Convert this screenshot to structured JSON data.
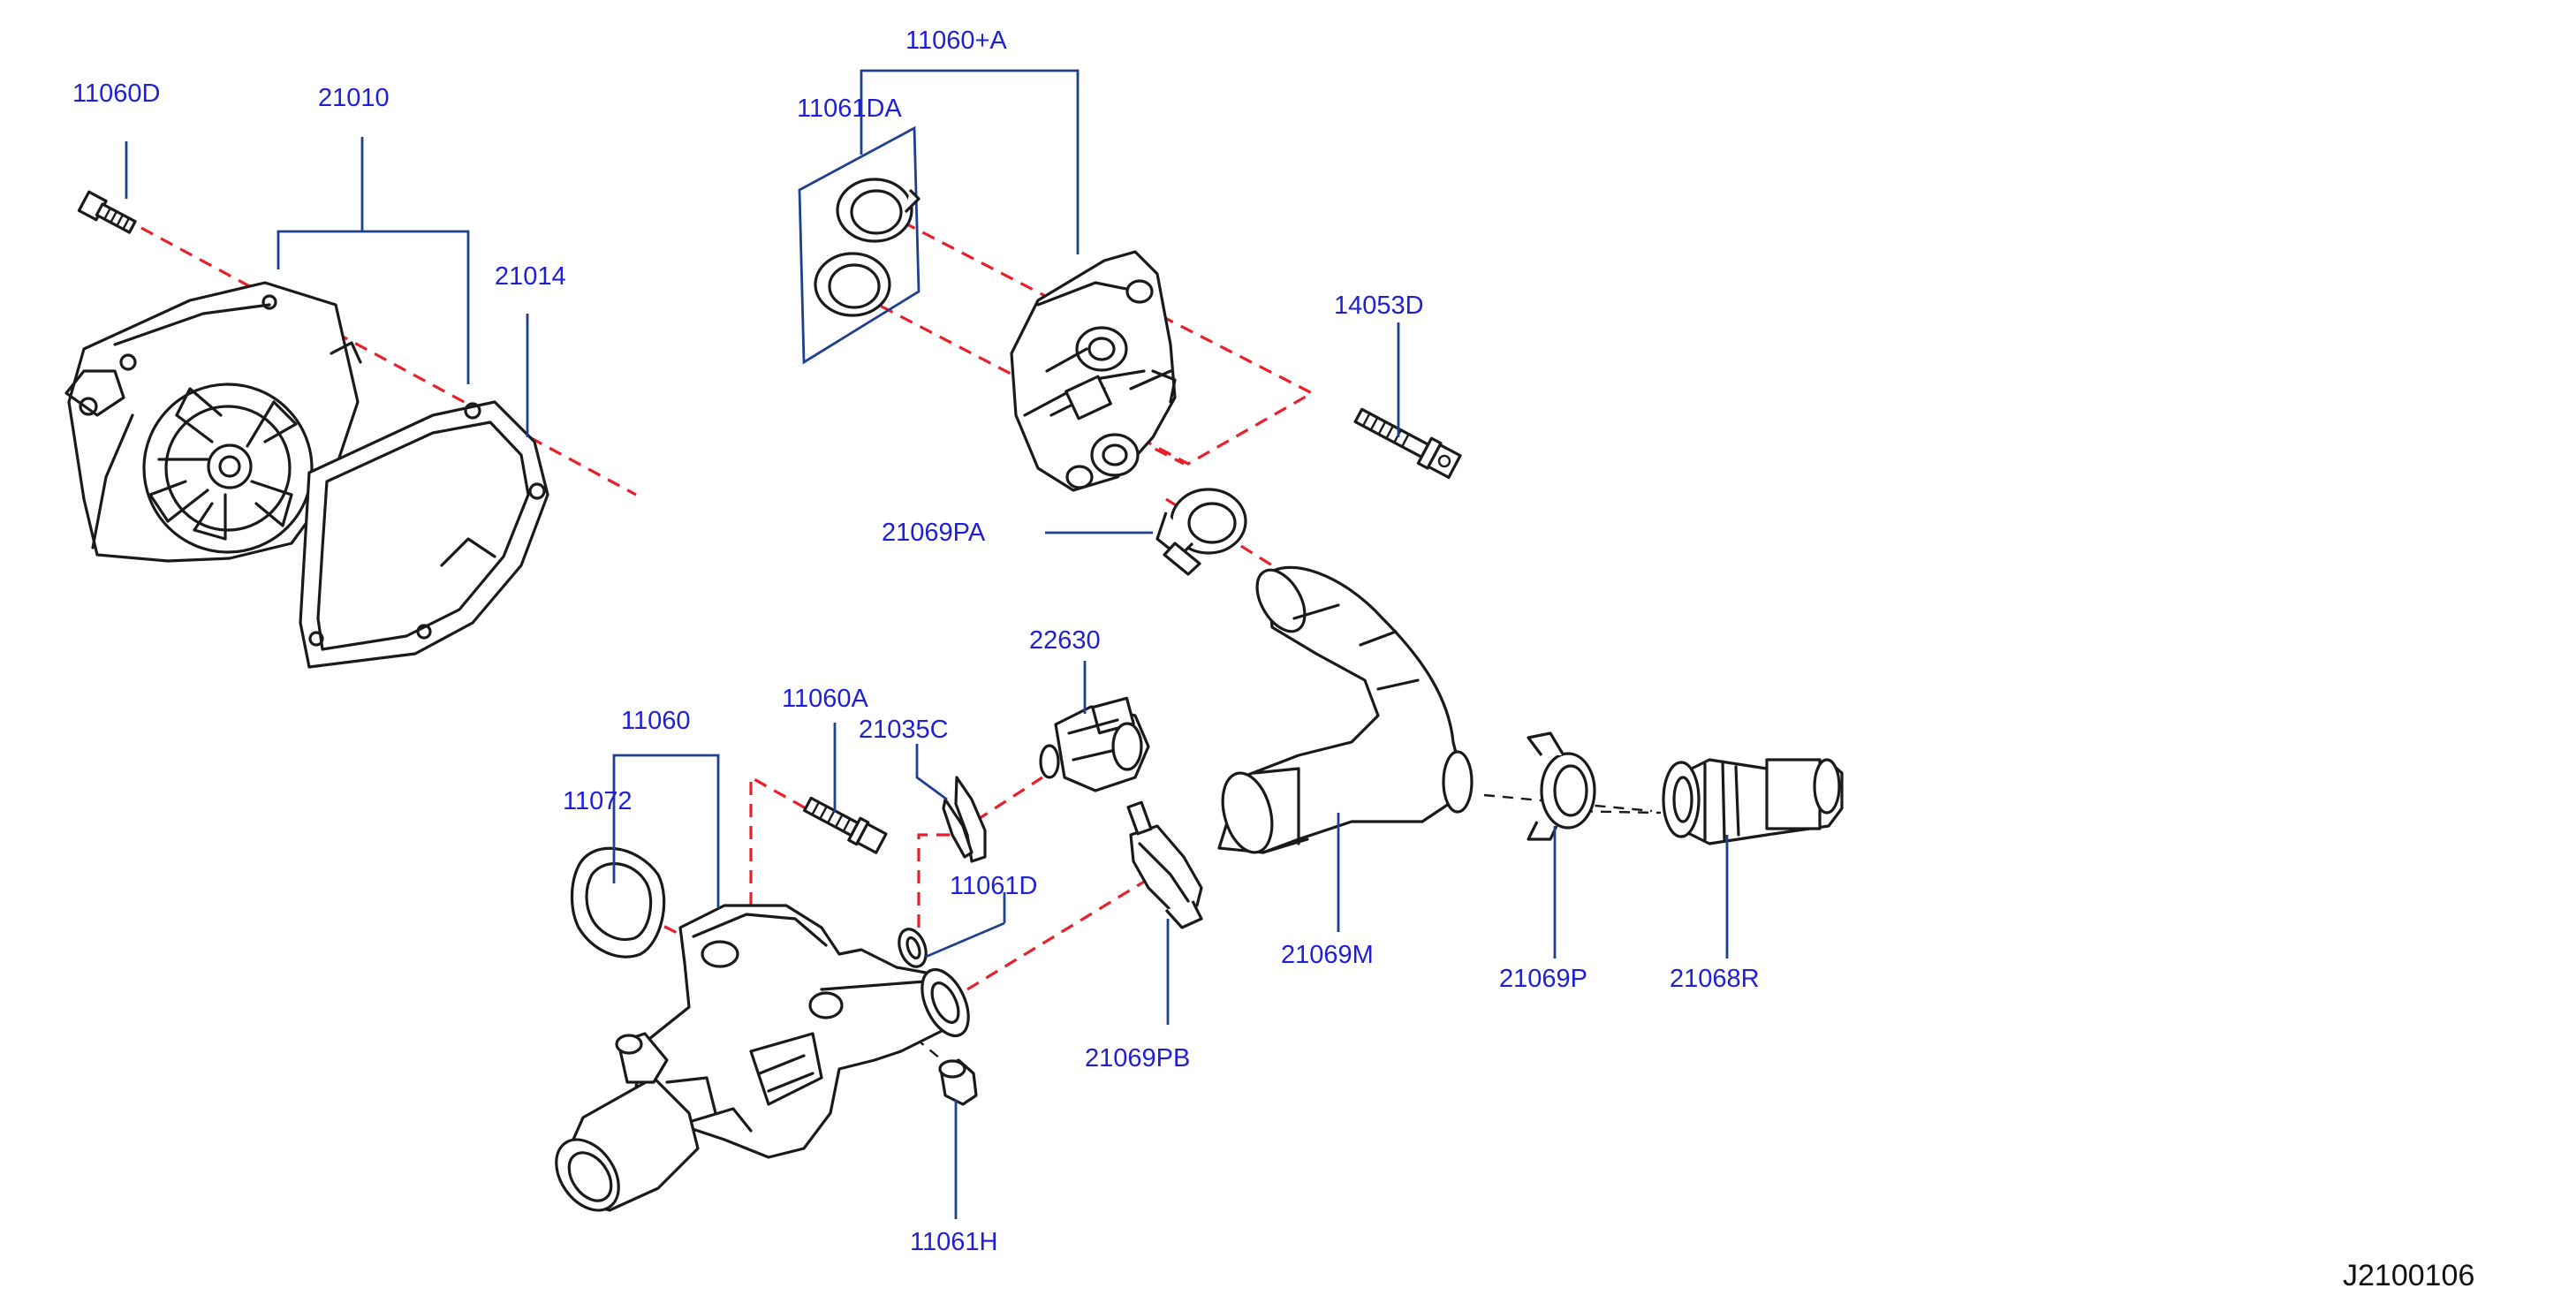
{
  "labels": {
    "l11060D": "11060D",
    "l21010": "21010",
    "l21014": "21014",
    "l11060A_top": "11060+A",
    "l11061DA": "11061DA",
    "l14053D": "14053D",
    "l21069PA": "21069PA",
    "l22630": "22630",
    "l11060A": "11060A",
    "l21035C": "21035C",
    "l11060": "11060",
    "l11072": "11072",
    "l11061D": "11061D",
    "l21069M": "21069M",
    "l21069P": "21069P",
    "l21068R": "21068R",
    "l21069PB": "21069PB",
    "l11061H": "11061H"
  },
  "diagram_code": "J2100106",
  "colors": {
    "label_text": "#1f1fd6",
    "leader_line": "#1f3f8f",
    "assembly_dash": "#e8202a",
    "part_outline": "#1a1a1a"
  }
}
